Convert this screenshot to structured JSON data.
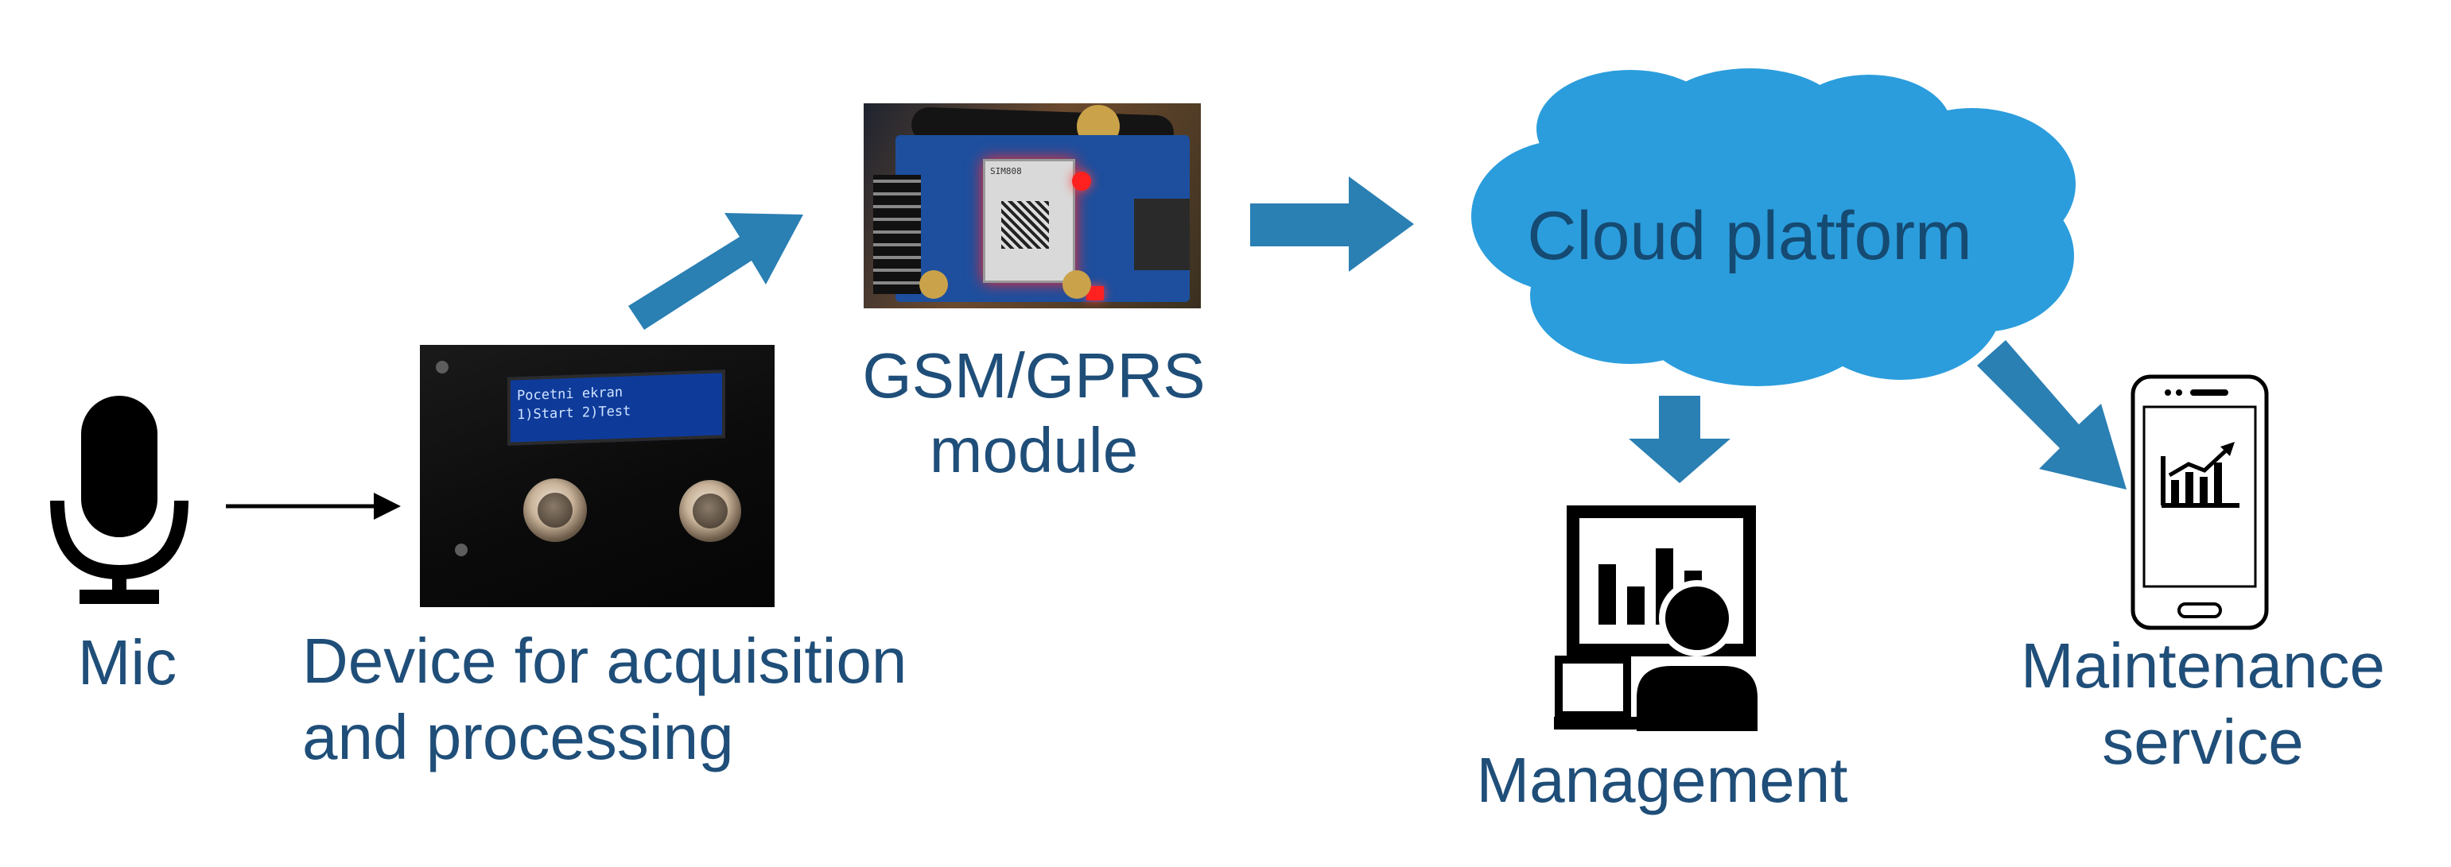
{
  "nodes": {
    "mic": {
      "label": "Mic",
      "icon": "microphone-icon"
    },
    "device": {
      "label_line1": "Device for acquisition",
      "label_line2": "and processing",
      "lcd_line1": "Pocetni ekran",
      "lcd_line2": "1)Start    2)Test"
    },
    "gsm": {
      "label_line1": "GSM/GPRS",
      "label_line2": "module",
      "chip_text": "SIM808"
    },
    "cloud": {
      "label": "Cloud platform"
    },
    "management": {
      "label": "Management",
      "icon": "dashboard-user-icon"
    },
    "maintenance": {
      "label_line1": "Maintenance",
      "label_line2": "service",
      "icon": "smartphone-chart-icon"
    }
  },
  "edges": [
    {
      "from": "mic",
      "to": "device"
    },
    {
      "from": "device",
      "to": "gsm"
    },
    {
      "from": "gsm",
      "to": "cloud"
    },
    {
      "from": "cloud",
      "to": "management"
    },
    {
      "from": "cloud",
      "to": "maintenance"
    }
  ],
  "colors": {
    "label_text": "#1f4e79",
    "arrow_fill": "#2a7fb3",
    "cloud_fill": "#2b9ddc",
    "cloud_text": "#154a72",
    "icon_black": "#000000"
  }
}
